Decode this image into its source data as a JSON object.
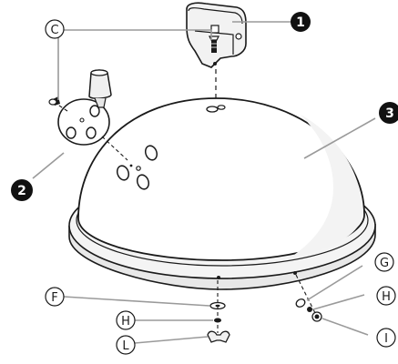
{
  "callouts": {
    "filled_1": "1",
    "filled_2": "2",
    "filled_3": "3",
    "c": "C",
    "f": "F",
    "g": "G",
    "h_left": "H",
    "h_right": "H",
    "i": "I",
    "l": "L"
  },
  "colors": {
    "stroke": "#1a1a1a",
    "shade_light": "#f0f0f0",
    "shade_mid": "#e2e2e2",
    "leader": "#9a9a9a",
    "filled_badge": "#111111"
  },
  "parts": [
    "lid-dome",
    "lid-handle",
    "air-vent-damper",
    "handle-screw",
    "vent-screw",
    "washer",
    "lock-washer",
    "nut",
    "wing-nut"
  ]
}
